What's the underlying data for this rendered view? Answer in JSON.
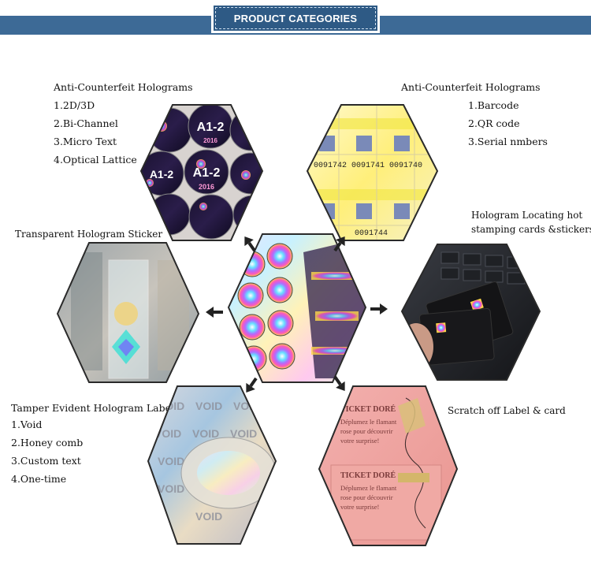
{
  "banner": {
    "title": "PRODUCT CATEGORIES"
  },
  "groups": {
    "top_left": {
      "title": "Anti-Counterfeit Holograms",
      "items": [
        "1.2D/3D",
        "2.Bi-Channel",
        "3.Micro Text",
        "4.Optical Lattice"
      ]
    },
    "top_right": {
      "title": "Anti-Counterfeit Holograms",
      "items": [
        "1.Barcode",
        "2.QR code",
        "3.Serial nmbers"
      ]
    },
    "mid_right": {
      "title_line1": "Hologram Locating hot",
      "title_line2": "stamping cards &stickers"
    },
    "mid_left": {
      "title": "Transparent Hologram Sticker"
    },
    "bottom_left": {
      "title": "Tamper Evident Hologram Labels",
      "items": [
        "1.Void",
        "2.Honey comb",
        "3.Custom text",
        "4.One-time"
      ]
    },
    "bottom_right": {
      "title": "Scratch off Label & card"
    }
  },
  "image_text": {
    "sticker_code": "A1-2",
    "sticker_year": "2016",
    "barcode_numbers": [
      "0091742",
      "0091741",
      "0091740",
      "0091744"
    ],
    "void_word": "VOID",
    "ticket_title": "TICKET DORÉ",
    "ticket_line1": "Déplumez le flamant",
    "ticket_line2": "rose pour découvrir",
    "ticket_line3": "votre surprise!"
  },
  "colors": {
    "banner": "#2e5a85",
    "ribbon": "#3d6a96",
    "hex_border": "#2a2a2a",
    "arrow": "#222222"
  }
}
